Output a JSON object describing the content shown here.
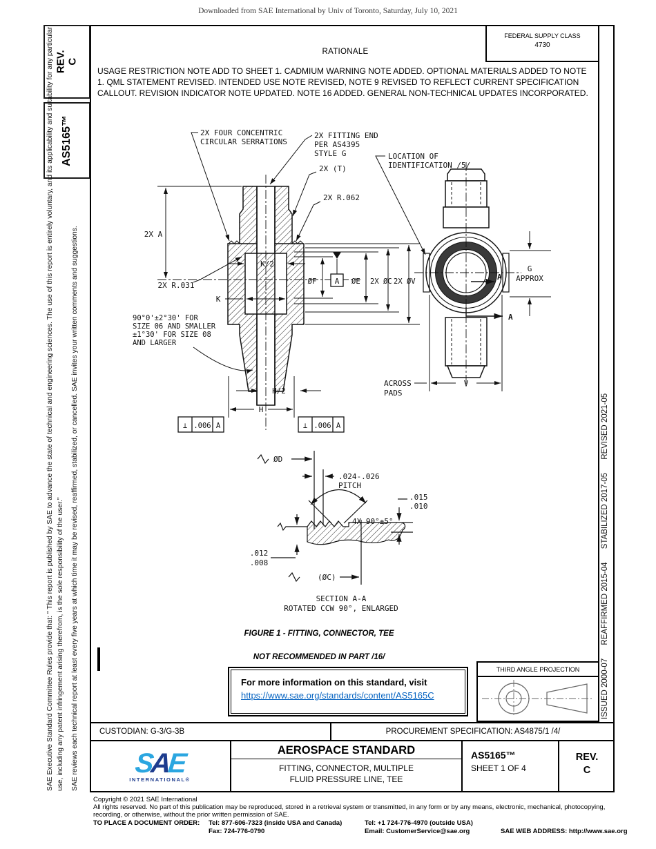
{
  "watermark": "Downloaded from SAE International by Univ of Toronto, Saturday, July 10, 2021",
  "sidebar_left": {
    "rev_label": "REV.",
    "rev_value": "C",
    "doc_number": "AS5165™",
    "disclaimer_1": "SAE Executive Standard Committee Rules provide that: \" This report is published by SAE to advance the state of technical and engineering sciences. The use of this report is entirely voluntary, and its applicability and suitability for any particular use, including any patent infringement arising therefrom, is the sole responsibility of the user.\"",
    "disclaimer_2": "SAE reviews each technical report at least every five years at which time it may be revised, reaffirmed, stabilized, or cancelled. SAE invites your written comments and suggestions."
  },
  "sidebar_right": {
    "revision_history": "ISSUED 2000-07      REAFFIRMED 2015-04      STABILIZED 2017-05      REVISED 2021-05"
  },
  "header": {
    "rationale_title": "RATIONALE",
    "fsc_label": "FEDERAL SUPPLY CLASS",
    "fsc_value": "4730",
    "rationale_text": "USAGE RESTRICTION NOTE ADD TO SHEET 1. CADMIUM WARNING NOTE ADDED. OPTIONAL MATERIALS ADDED TO NOTE 1. QML STATEMENT REVISED. INTENDED USE NOTE REVISED, NOTE 9 REVISED TO REFLECT CURRENT SPECIFICATION CALLOUT. REVISION INDICATOR NOTE UPDATED. NOTE 16 ADDED. GENERAL NON-TECHNICAL UPDATES INCORPORATED."
  },
  "drawing": {
    "serr1": "2X FOUR CONCENTRIC",
    "serr2": "CIRCULAR SERRATIONS",
    "fit1": "2X FITTING END",
    "fit2": "PER AS4395",
    "fit3": "STYLE G",
    "t_label": "2X (T)",
    "r062": "2X R.062",
    "loc1": "LOCATION OF",
    "loc2": "IDENTIFICATION /5/",
    "a2x": "2X A",
    "k2": "K/2",
    "r031": "2X R.031",
    "k": "K",
    "of": "ØF",
    "datum": "A",
    "oe": "ØE",
    "oc": "2X ØC",
    "ov": "2X ØV",
    "ang1": "90°0'±2°30' FOR",
    "ang2": "SIZE 06 AND SMALLER",
    "ang3": "±1°30' FOR SIZE 08",
    "ang4": "AND LARGER",
    "h2": "H/2",
    "h": "H",
    "fcf_sym": "⊥",
    "fcf_tol": ".006",
    "fcf_datum": "A",
    "g": "G",
    "approx": "APPROX",
    "across1": "ACROSS",
    "across2": "PADS",
    "v": "V",
    "sec_arrow": "A",
    "od": "ØD",
    "pitch1": ".024-.026",
    "pitch2": "PITCH",
    "t015": ".015",
    "t010": ".010",
    "ang90": "4X 90°±5°",
    "t012": ".012",
    "t008": ".008",
    "oc_ref": "(ØC)",
    "sec1": "SECTION A-A",
    "sec2": "ROTATED CCW 90°, ENLARGED",
    "figure_caption": "FIGURE 1 - FITTING, CONNECTOR, TEE",
    "figure_note": "NOT RECOMMENDED IN PART /16/"
  },
  "info_box": {
    "text": "For more information on this standard, visit",
    "link": "https://www.sae.org/standards/content/AS5165C"
  },
  "projection": {
    "title": "THIRD ANGLE PROJECTION"
  },
  "custodian_bar": {
    "custodian": "CUSTODIAN: G-3/G-3B",
    "procurement": "PROCUREMENT SPECIFICATION: AS4875/1 /4/"
  },
  "title_block": {
    "logo_s": "S",
    "logo_a": "A",
    "logo_e": "E",
    "logo_subtext": "INTERNATIONAL®",
    "standard_type": "AEROSPACE STANDARD",
    "title_1": "FITTING, CONNECTOR, MULTIPLE",
    "title_2": "FLUID PRESSURE LINE, TEE",
    "doc_number": "AS5165™",
    "sheet": "SHEET 1 OF 4",
    "rev_label": "REV.",
    "rev_value": "C"
  },
  "footer": {
    "copyright": "Copyright © 2021 SAE International",
    "rights_1": "All rights reserved. No part of this publication may be reproduced, stored in a retrieval system or transmitted, in any form or by any means, electronic, mechanical, photocopying,",
    "rights_2": "recording, or otherwise, without the prior written permission of SAE.",
    "order_label": "TO PLACE A DOCUMENT ORDER:",
    "tel_inside": "Tel: 877-606-7323 (inside USA and Canada)",
    "tel_outside": "Tel: +1 724-776-4970 (outside USA)",
    "fax": "Fax: 724-776-0790",
    "email": "Email: CustomerService@sae.org",
    "web": "SAE WEB ADDRESS: http://www.sae.org"
  },
  "colors": {
    "link_blue": "#0563C1",
    "sae_light_blue": "#2BA6E0",
    "sae_dark_blue": "#1E3C8E"
  }
}
